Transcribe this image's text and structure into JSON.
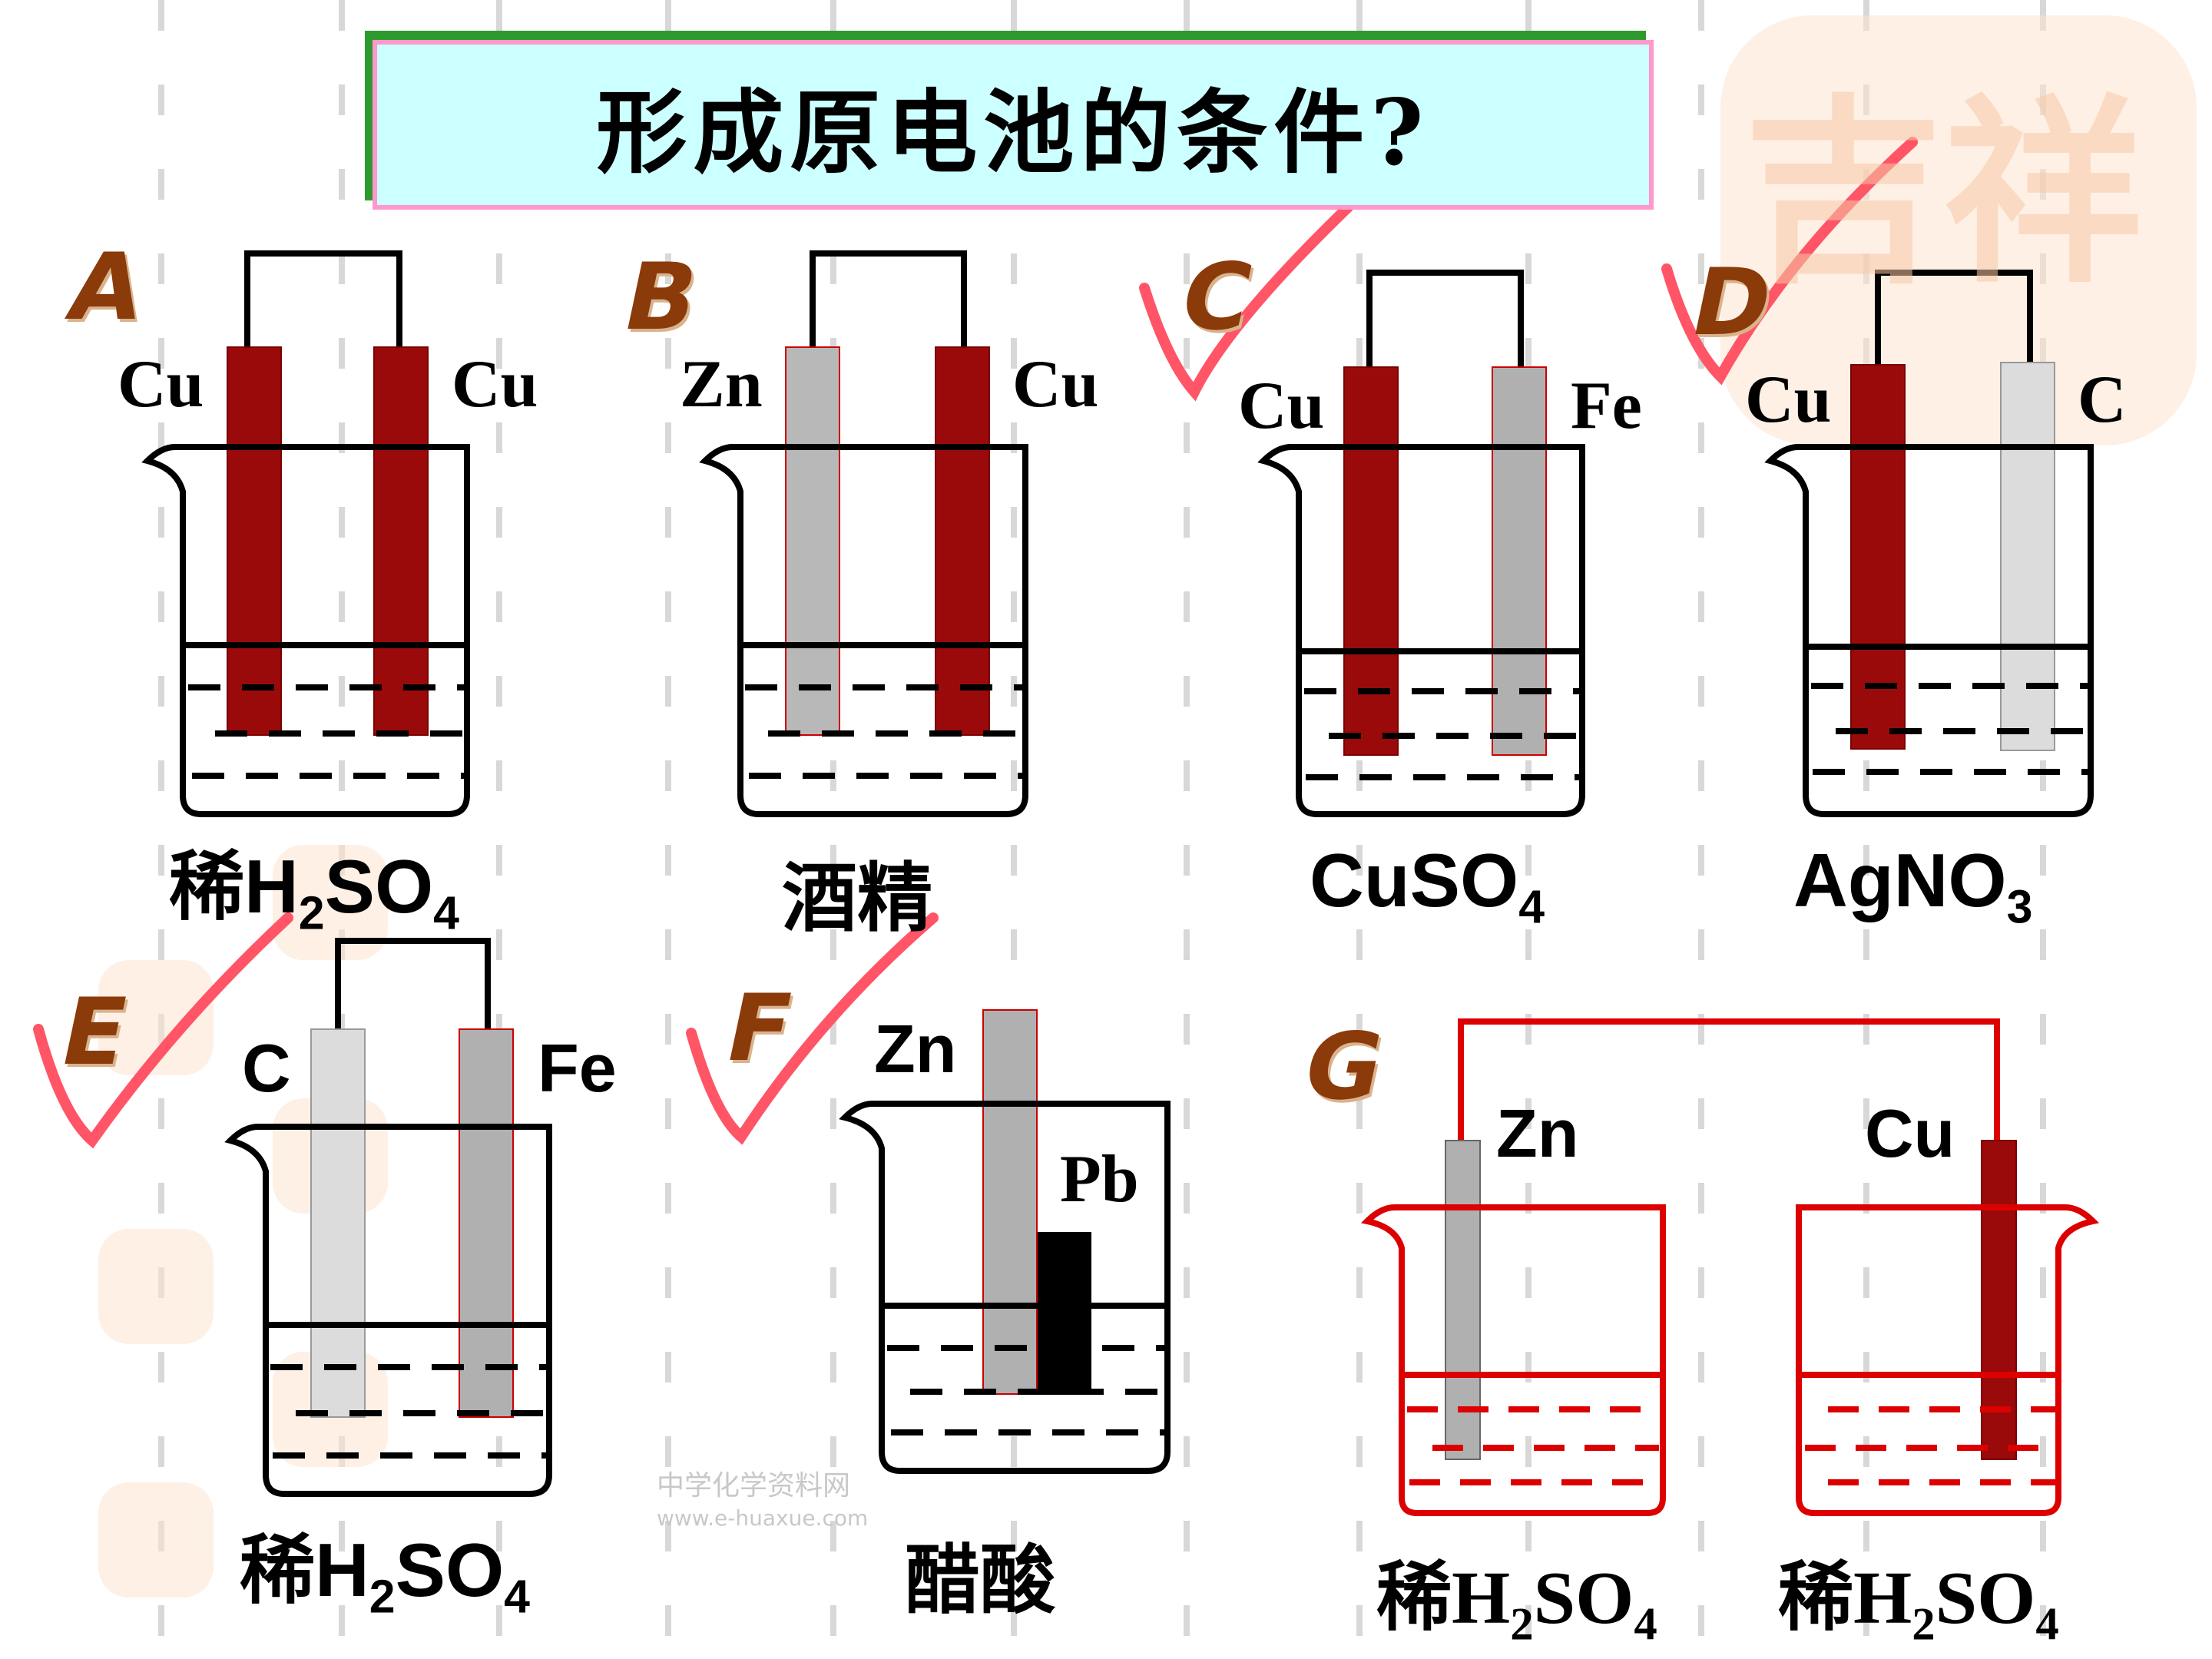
{
  "title": "形成原电池的条件?",
  "items": [
    {
      "letter": "A",
      "left_electrode": "Cu",
      "right_electrode": "Cu",
      "solution": "稀H",
      "solution_sub": "2",
      "solution_rest": "SO",
      "solution_sub2": "4",
      "checked": false
    },
    {
      "letter": "B",
      "left_electrode": "Zn",
      "right_electrode": "Cu",
      "solution": "酒精",
      "checked": false
    },
    {
      "letter": "C",
      "left_electrode": "Cu",
      "right_electrode": "Fe",
      "solution": "CuSO",
      "solution_sub": "4",
      "checked": true
    },
    {
      "letter": "D",
      "left_electrode": "Cu",
      "right_electrode": "C",
      "solution": "AgNO",
      "solution_sub": "3",
      "checked": true
    },
    {
      "letter": "E",
      "left_electrode": "C",
      "right_electrode": "Fe",
      "solution": "稀H",
      "solution_sub": "2",
      "solution_rest": "SO",
      "solution_sub2": "4",
      "checked": true
    },
    {
      "letter": "F",
      "left_electrode": "Zn",
      "right_electrode": "Pb",
      "solution": "醋酸",
      "checked": true
    },
    {
      "letter": "G",
      "left_electrode": "Zn",
      "right_electrode": "Cu",
      "solution_left": "稀H",
      "solution_left_sub": "2",
      "solution_left_rest": "SO",
      "solution_left_sub2": "4",
      "solution_right": "稀H",
      "solution_right_sub": "2",
      "solution_right_rest": "SO",
      "solution_right_sub2": "4",
      "checked": false
    }
  ],
  "watermark": {
    "site_name": "中学化学资料网",
    "url": "www.e-huaxue.com"
  },
  "decor_seal_text": "吉祥"
}
